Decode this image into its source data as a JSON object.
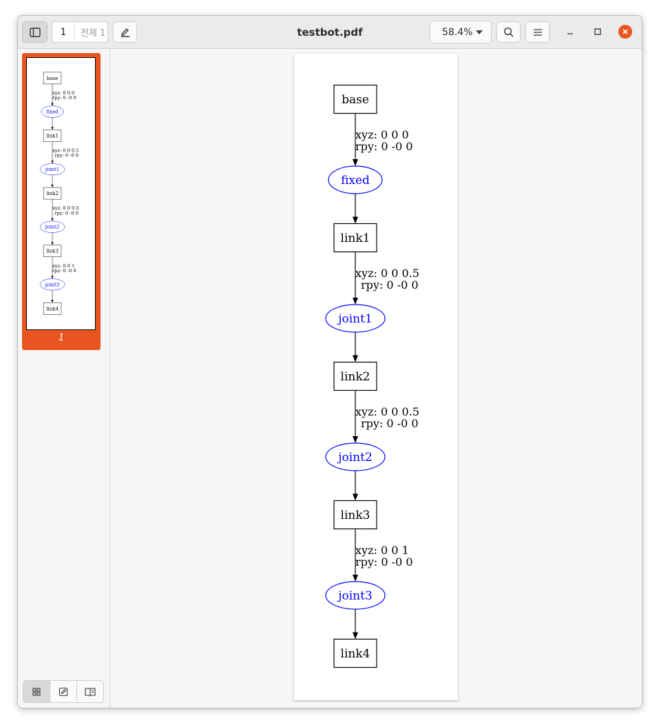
{
  "window": {
    "title": "testbot.pdf"
  },
  "toolbar": {
    "page_number": "1",
    "page_total": "전체 1",
    "zoom": "58.4%"
  },
  "sidebar": {
    "thumbnail_label": "1"
  },
  "graph": {
    "links": [
      "base",
      "link1",
      "link2",
      "link3",
      "link4"
    ],
    "joints": [
      "fixed",
      "joint1",
      "joint2",
      "joint3"
    ],
    "edge_labels": [
      {
        "xyz": "xyz: 0 0 0",
        "rpy": "rpy: 0 -0 0"
      },
      {
        "xyz": "xyz: 0 0 0.5",
        "rpy": "rpy: 0 -0 0"
      },
      {
        "xyz": "xyz: 0 0 0.5",
        "rpy": "rpy: 0 -0 0"
      },
      {
        "xyz": "xyz: 0 0 1",
        "rpy": "rpy: 0 -0 0"
      }
    ],
    "link_color": "#000000",
    "joint_color": "#0000ff"
  },
  "colors": {
    "accent": "#e95420"
  },
  "icons": {
    "sidebar_toggle": "sidebar-toggle-icon",
    "annotate": "pencil-icon",
    "search": "search-icon",
    "menu": "hamburger-menu-icon",
    "minimize": "minimize-icon",
    "maximize": "maximize-icon",
    "close": "close-icon",
    "thumbnails": "grid-icon",
    "annotations": "annotation-icon",
    "bookmarks": "book-icon"
  }
}
